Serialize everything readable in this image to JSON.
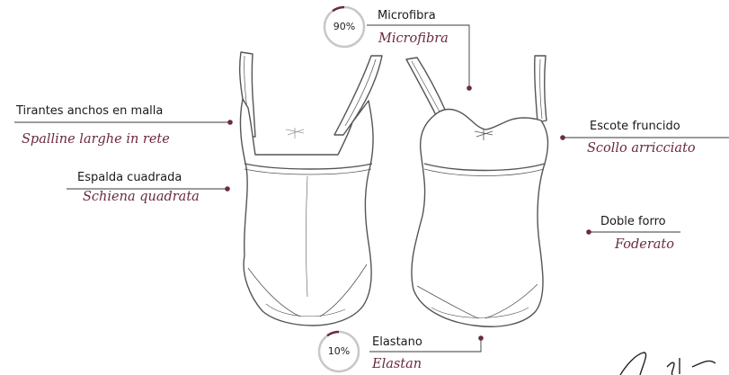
{
  "colors": {
    "accent": "#6b2a3f",
    "line": "#3a3a3a",
    "garment": "#555555",
    "ring": "#c8c8c8"
  },
  "callouts": {
    "microfibra": {
      "es": "Microfibra",
      "it": "Microfibra",
      "percent": "90%",
      "value": 90
    },
    "tirantes": {
      "es": "Tirantes anchos en malla",
      "it": "Spalline larghe in rete"
    },
    "espalda": {
      "es": "Espalda cuadrada",
      "it": "Schiena quadrata"
    },
    "escote": {
      "es": "Escote fruncido",
      "it": "Scollo arricciato"
    },
    "forro": {
      "es": "Doble forro",
      "it": "Foderato"
    },
    "elastano": {
      "es": "Elastano",
      "it": "Elastan",
      "percent": "10%",
      "value": 10
    }
  }
}
